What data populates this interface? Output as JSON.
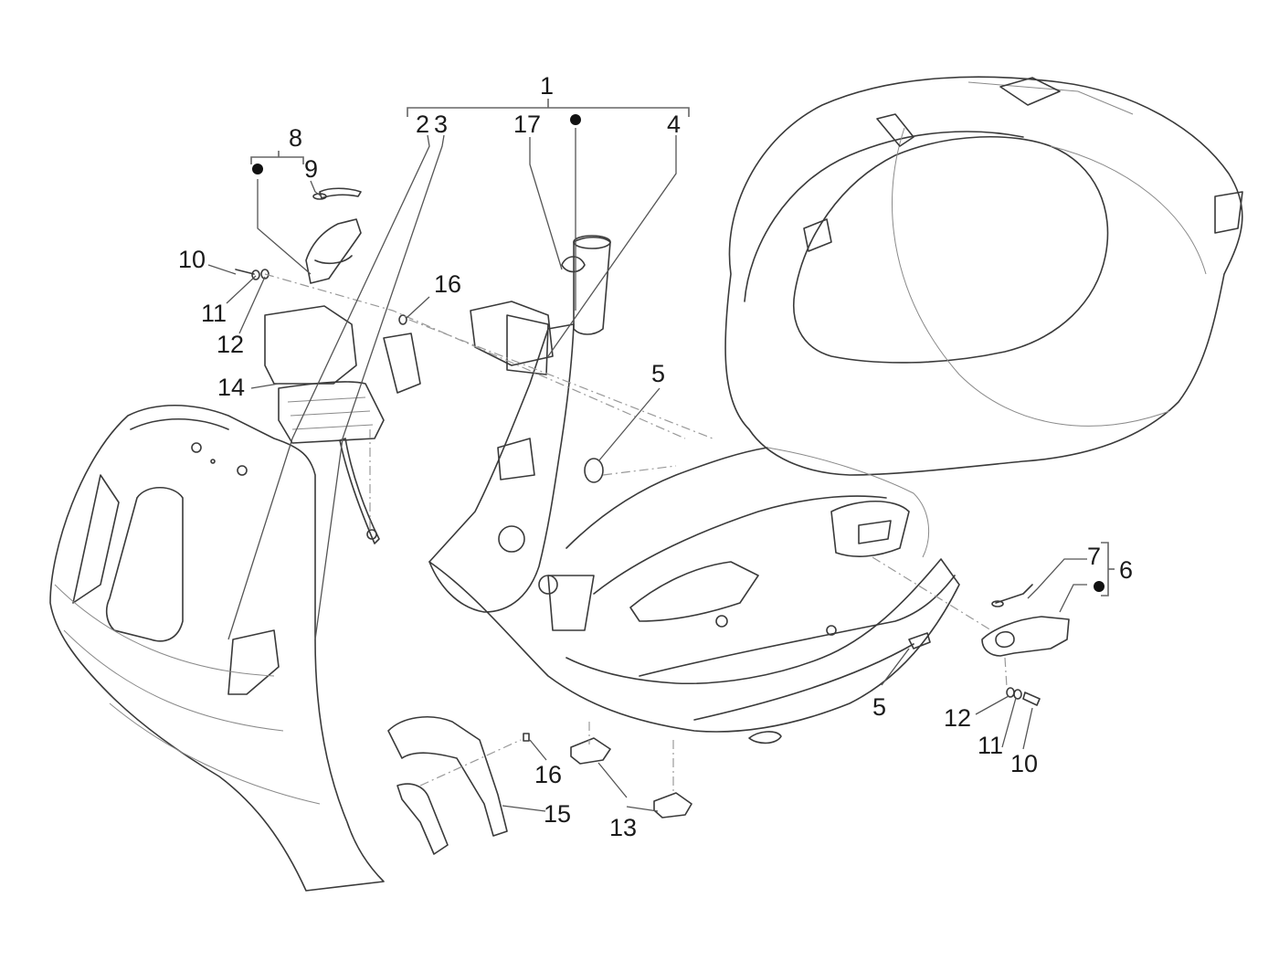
{
  "diagram": {
    "type": "exploded-parts-diagram",
    "subject": "scooter frame / body assembly",
    "callouts": [
      {
        "id": "c1",
        "label": "1"
      },
      {
        "id": "c2",
        "label": "2"
      },
      {
        "id": "c3",
        "label": "3"
      },
      {
        "id": "c4",
        "label": "4"
      },
      {
        "id": "c5a",
        "label": "5"
      },
      {
        "id": "c5b",
        "label": "5"
      },
      {
        "id": "c6",
        "label": "6"
      },
      {
        "id": "c7",
        "label": "7"
      },
      {
        "id": "c8",
        "label": "8"
      },
      {
        "id": "c9",
        "label": "9"
      },
      {
        "id": "c10a",
        "label": "10"
      },
      {
        "id": "c10b",
        "label": "10"
      },
      {
        "id": "c11a",
        "label": "11"
      },
      {
        "id": "c11b",
        "label": "11"
      },
      {
        "id": "c12a",
        "label": "12"
      },
      {
        "id": "c12b",
        "label": "12"
      },
      {
        "id": "c13",
        "label": "13"
      },
      {
        "id": "c14",
        "label": "14"
      },
      {
        "id": "c15",
        "label": "15"
      },
      {
        "id": "c16a",
        "label": "16"
      },
      {
        "id": "c16b",
        "label": "16"
      },
      {
        "id": "c17",
        "label": "17"
      }
    ],
    "groups": [
      {
        "parent": "1",
        "members": [
          "2",
          "3",
          "17",
          "•",
          "4"
        ]
      },
      {
        "parent": "8",
        "members": [
          "•",
          "9"
        ]
      },
      {
        "parent": "6",
        "members": [
          "7",
          "•"
        ]
      }
    ],
    "bullet_marker": "•"
  }
}
